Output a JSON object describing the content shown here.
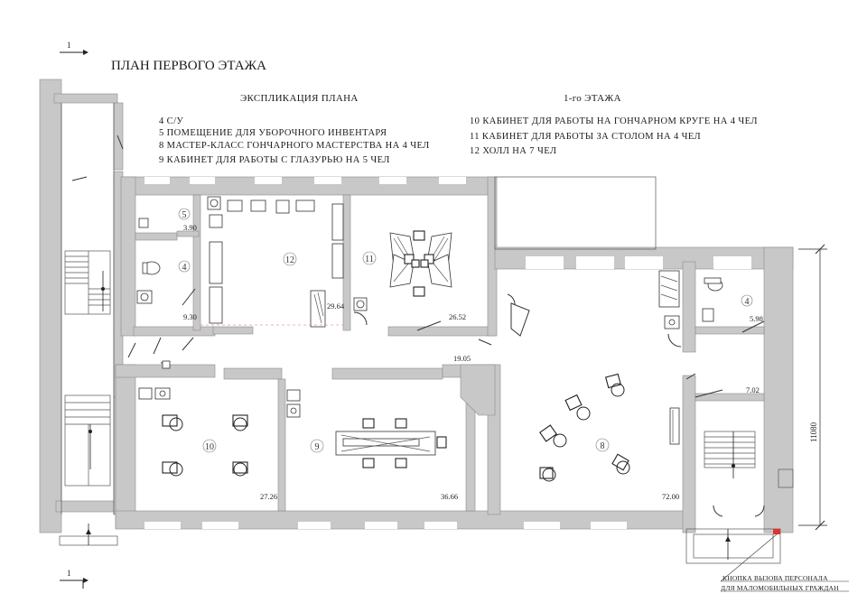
{
  "title": "ПЛАН ПЕРВОГО ЭТАЖА",
  "section_mark": "1",
  "explication": {
    "heading_left": "ЭКСПЛИКАЦИЯ ПЛАНА",
    "heading_right": "1-го ЭТАЖА",
    "items_left": [
      "4 С/У",
      "5  ПОМЕЩЕНИЕ ДЛЯ УБОРОЧНОГО ИНВЕНТАРЯ",
      "8 МАСТЕР-КЛАСС ГОНЧАРНОГО МАСТЕРСТВА НА 4 ЧЕЛ",
      "9 КАБИНЕТ ДЛЯ РАБОТЫ С ГЛАЗУРЬЮ НА 5 ЧЕЛ"
    ],
    "items_right": [
      "10 КАБИНЕТ ДЛЯ РАБОТЫ НА ГОНЧАРНОМ КРУГЕ НА 4 ЧЕЛ",
      "11 КАБИНЕТ ДЛЯ РАБОТЫ ЗА СТОЛОМ НА 4 ЧЕЛ",
      "12 ХОЛЛ НА 7 ЧЕЛ"
    ]
  },
  "rooms": [
    {
      "number": "5",
      "area": "3.90"
    },
    {
      "number": "4",
      "area": "9.30"
    },
    {
      "number": "12",
      "area": "29.64"
    },
    {
      "number": "11",
      "area": "26.52"
    },
    {
      "number": "4",
      "area": "5.98"
    },
    {
      "number": "",
      "area": "7.02"
    },
    {
      "number": "10",
      "area": "27.26"
    },
    {
      "number": "9",
      "area": "36.66"
    },
    {
      "number": "8",
      "area": "72.00"
    },
    {
      "number": "",
      "area": "19.05"
    }
  ],
  "dimension": "11080",
  "note_lines": [
    "КНОПКА ВЫЗОВА ПЕРСОНАЛА",
    "ДЛЯ МАЛОМОБИЛЬНЫХ ГРАЖДАН"
  ],
  "colors": {
    "wall": "#c8c8c8",
    "line": "#1a1a1a",
    "button": "#e0332e"
  }
}
